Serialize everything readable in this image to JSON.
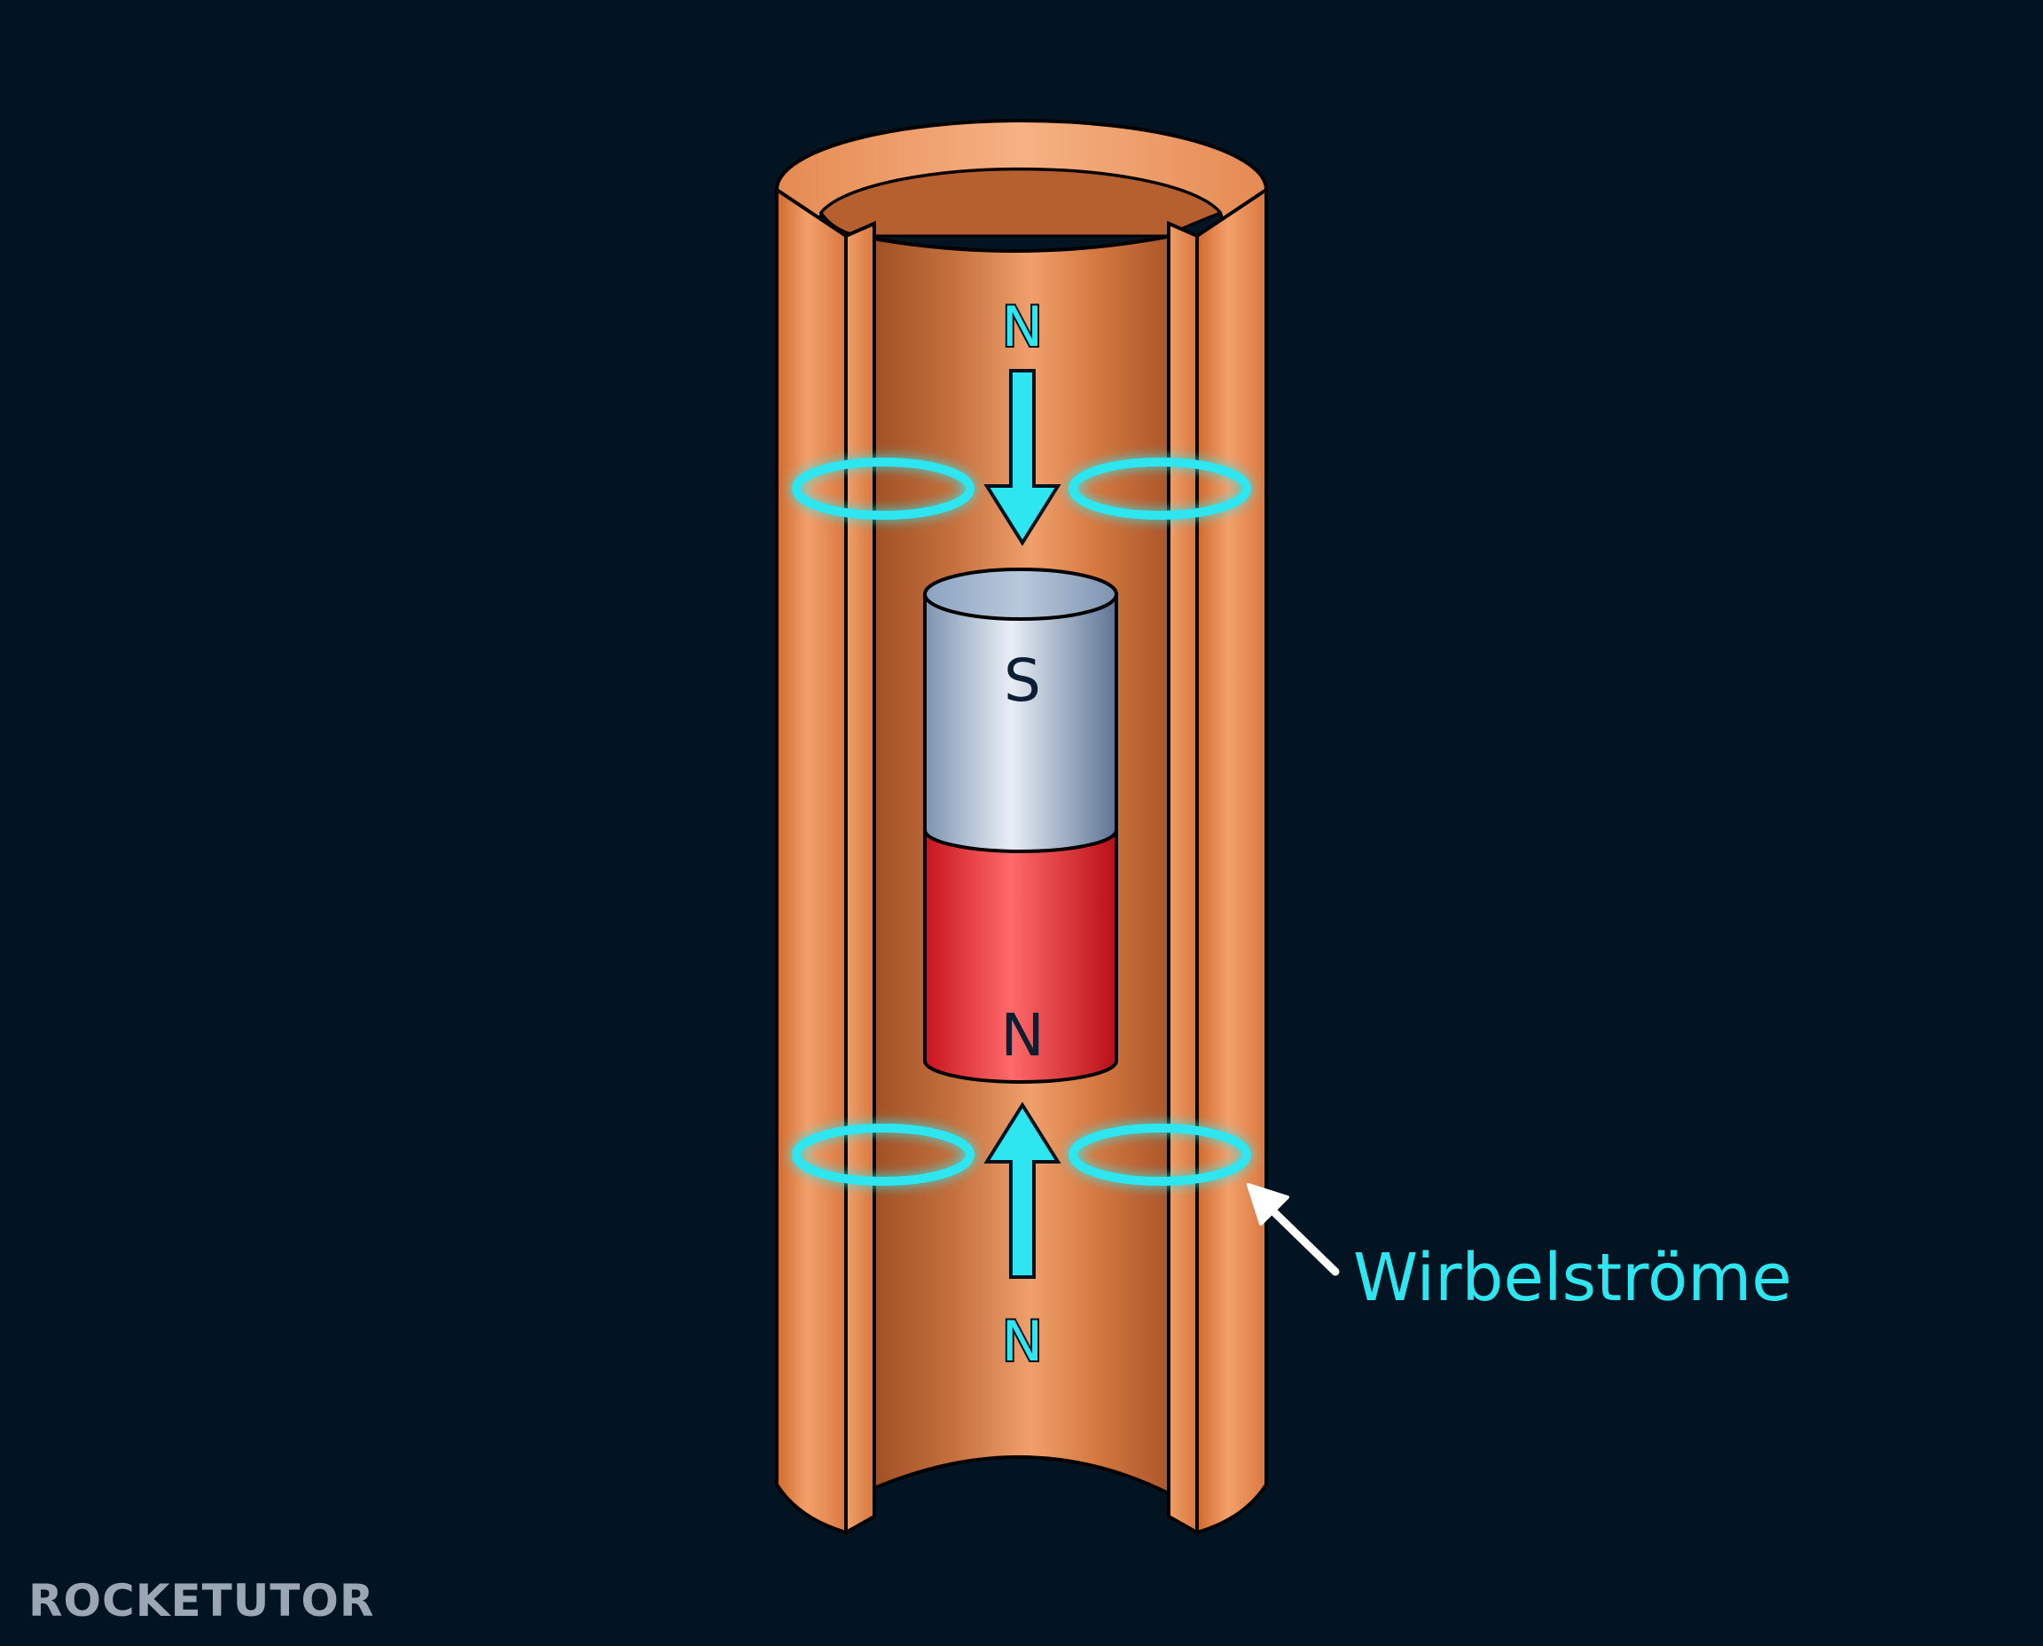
{
  "diagram": {
    "magnet": {
      "top_pole": "S",
      "bottom_pole": "N"
    },
    "field_labels": {
      "top": "N",
      "bottom": "N"
    },
    "eddy_label": "Wirbelströme",
    "colors": {
      "background": "#021322",
      "copper": "#e07a3c",
      "field_cyan": "#2ee6ef",
      "magnet_south": "#8ba3c0",
      "magnet_north": "#e5212a"
    }
  },
  "logo": {
    "text": "ROCKETUTOR"
  }
}
